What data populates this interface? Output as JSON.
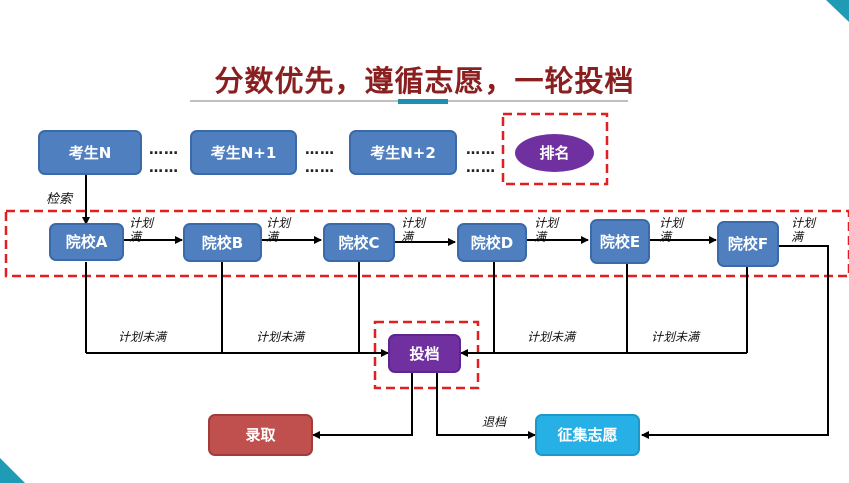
{
  "title": "分数优先，遵循志愿，一轮投档",
  "candidates": [
    "考生N",
    "考生N+1",
    "考生N+2"
  ],
  "ranking": "排名",
  "ellipsis": "……",
  "search_label": "检索",
  "schools": [
    "院校A",
    "院校B",
    "院校C",
    "院校D",
    "院校E",
    "院校F"
  ],
  "plan_full": "计划满",
  "plan_not_full": "计划未满",
  "submit": "投档",
  "admit": "录取",
  "withdraw": "退档",
  "collect": "征集志愿",
  "colors": {
    "blue": "#4f7fbf",
    "purple": "#7030a0",
    "admit_red": "#c0504d",
    "collect_cyan": "#27b0e6",
    "dashed_red": "#e02020",
    "title_red": "#8a1f1f",
    "teal_corner": "#1f9bb5"
  }
}
